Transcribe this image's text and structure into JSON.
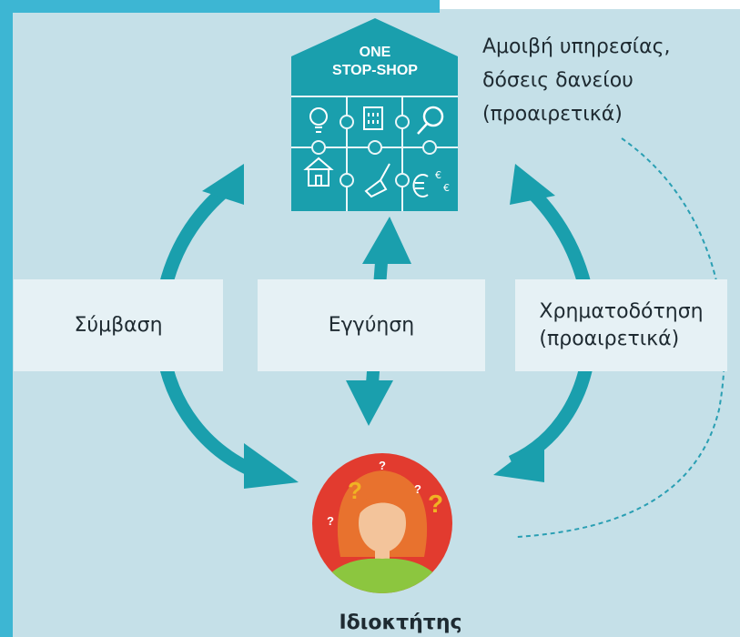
{
  "colors": {
    "background": "#c5e0e8",
    "frame": "#3db6d3",
    "arrow": "#1a9fad",
    "label_box": "#e6f1f5",
    "house": "#1a9fad",
    "avatar_bg": "#e23b2f",
    "question_mark": "#f0b323"
  },
  "house": {
    "title_line1": "ONE",
    "title_line2": "STOP-SHOP",
    "icons": [
      "lightbulb-icon",
      "building-icon",
      "magnifier-icon",
      "house-icon",
      "trowel-icon",
      "euro-icon"
    ]
  },
  "labels": {
    "fee_line1": "Αμοιβή υπηρεσίας,",
    "fee_line2": "δόσεις δανείου",
    "fee_line3": "(προαιρετικά)",
    "contract": "Σύμβαση",
    "guarantee": "Εγγύηση",
    "financing_line1": "Χρηματοδότηση",
    "financing_line2": "(προαιρετικά)"
  },
  "owner": {
    "name": "Ιδιοκτήτης",
    "question_marks": [
      "?",
      "?",
      "?",
      "?",
      "?"
    ]
  }
}
